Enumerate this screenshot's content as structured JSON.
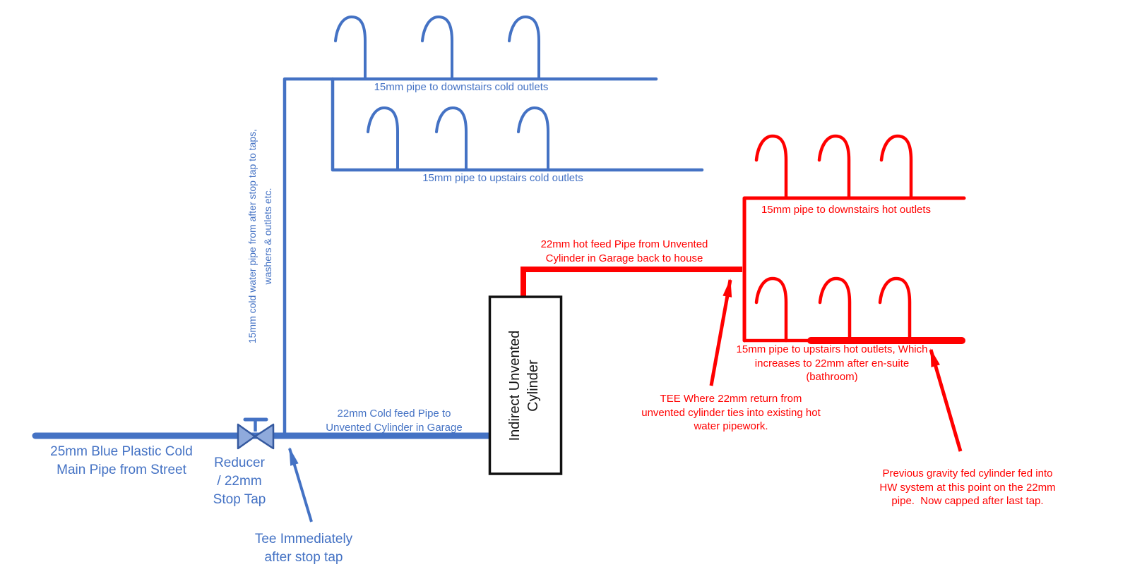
{
  "colors": {
    "cold_pipe": "#4472C4",
    "hot_pipe": "#FF0000",
    "valve_fill": "#8FAADC",
    "valve_outline": "#35599F",
    "cylinder_border": "#111111",
    "background": "#FFFFFF"
  },
  "cold_system": {
    "street_main_label": "25mm Blue Plastic Cold\nMain Pipe from Street",
    "stop_tap_label": "Reducer\n/ 22mm\nStop Tap",
    "tee_note_label": "Tee Immediately\nafter stop tap",
    "riser_label": "15mm cold water pipe from after stop tap to taps,\nwashers & outlets etc.",
    "cold_feed_label": "22mm Cold feed Pipe to\nUnvented Cylinder in Garage",
    "downstairs_label": "15mm pipe to downstairs cold outlets",
    "upstairs_label": "15mm pipe to upstairs cold outlets"
  },
  "cylinder": {
    "label": "Indirect Unvented\nCylinder"
  },
  "hot_system": {
    "hot_feed_label": "22mm hot feed Pipe from Unvented\nCylinder in Garage back to house",
    "downstairs_label": "15mm pipe to downstairs hot outlets",
    "upstairs_label": "15mm pipe to upstairs hot outlets, Which\nincreases to 22mm after en-suite\n(bathroom)",
    "tee_return_note": "TEE Where 22mm return from\nunvented cylinder ties into existing hot\nwater pipework.",
    "previous_cylinder_note": "Previous gravity fed cylinder fed into\nHW system at this point on the 22mm\npipe.  Now capped after last tap."
  }
}
